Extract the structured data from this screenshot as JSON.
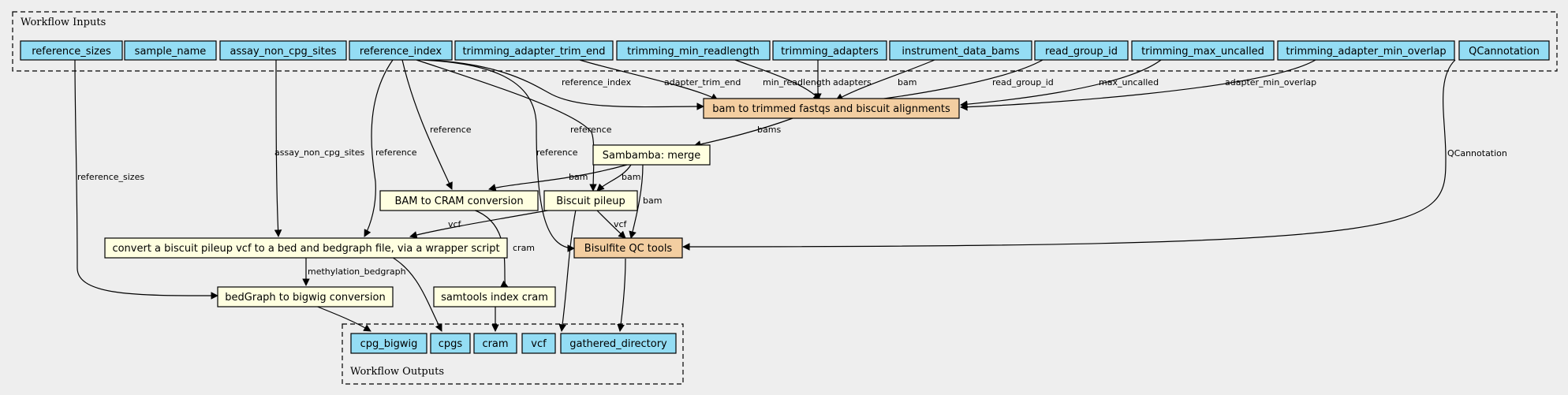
{
  "clusters": {
    "inputs_label": "Workflow Inputs",
    "outputs_label": "Workflow Outputs"
  },
  "inputs": {
    "reference_sizes": "reference_sizes",
    "sample_name": "sample_name",
    "assay_non_cpg_sites": "assay_non_cpg_sites",
    "reference_index": "reference_index",
    "trimming_adapter_trim_end": "trimming_adapter_trim_end",
    "trimming_min_readlength": "trimming_min_readlength",
    "trimming_adapters": "trimming_adapters",
    "instrument_data_bams": "instrument_data_bams",
    "read_group_id": "read_group_id",
    "trimming_max_uncalled": "trimming_max_uncalled",
    "trimming_adapter_min_overlap": "trimming_adapter_min_overlap",
    "QCannotation": "QCannotation"
  },
  "steps": {
    "bam_to_trimmed": "bam to trimmed fastqs and biscuit alignments",
    "sambamba": "Sambamba: merge",
    "bam_to_cram": "BAM to CRAM conversion",
    "biscuit_pileup": "Biscuit pileup",
    "convert_pileup": "convert a biscuit pileup vcf to a bed and bedgraph file, via a wrapper script",
    "bisulfite_qc": "Bisulfite QC tools",
    "bedgraph_to_bigwig": "bedGraph to bigwig conversion",
    "samtools_index": "samtools index cram"
  },
  "outputs": {
    "cpg_bigwig": "cpg_bigwig",
    "cpgs": "cpgs",
    "cram": "cram",
    "vcf": "vcf",
    "gathered_directory": "gathered_directory"
  },
  "edge_labels": {
    "reference_sizes": "reference_sizes",
    "assay_non_cpg_sites": "assay_non_cpg_sites",
    "reference_1": "reference",
    "reference_2": "reference",
    "reference_3": "reference",
    "reference_4": "reference",
    "reference_index": "reference_index",
    "adapter_trim_end": "adapter_trim_end",
    "min_readlength": "min_readlength",
    "adapters": "adapters",
    "bam_1": "bam",
    "read_group_id": "read_group_id",
    "max_uncalled": "max_uncalled",
    "adapter_min_overlap": "adapter_min_overlap",
    "QCannotation": "QCannotation",
    "bams": "bams",
    "bam_2": "bam",
    "bam_3": "bam",
    "bam_4": "bam",
    "vcf_1": "vcf",
    "vcf_2": "vcf",
    "cram": "cram",
    "methylation_bedgraph": "methylation_bedgraph"
  },
  "colors": {
    "io_node": "#94ddf4",
    "step_node": "#ffffe0",
    "subworkflow_node": "#f3cea1",
    "background": "#eeeeee"
  }
}
